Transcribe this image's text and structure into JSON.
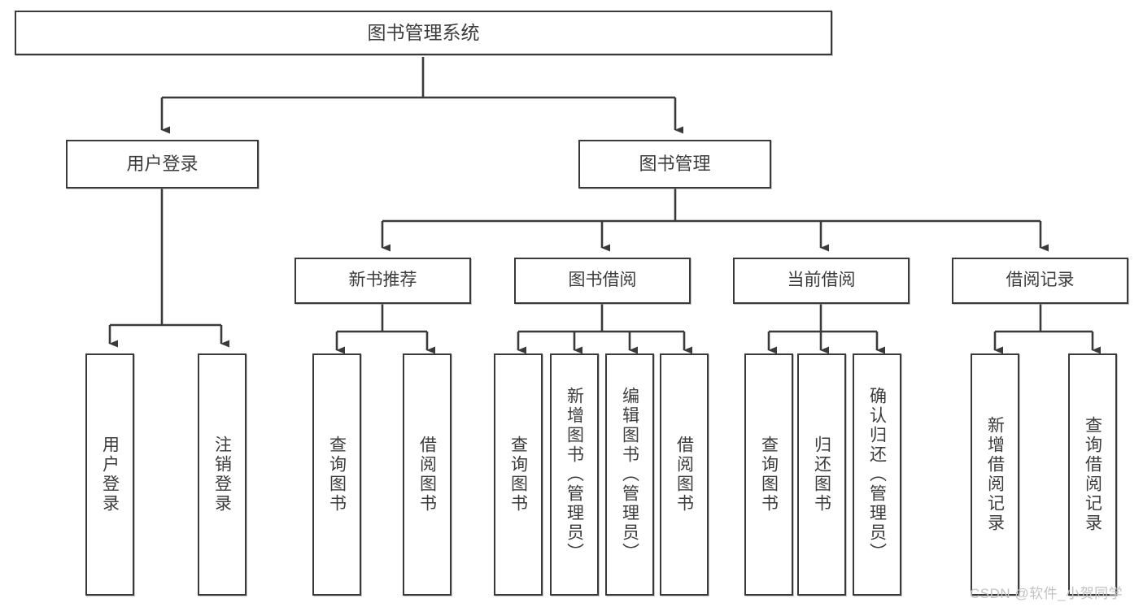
{
  "diagram": {
    "title": "图书管理系统",
    "type": "tree",
    "watermark": "CSDN @软件_小贺同学",
    "colors": {
      "node_border": "#3a3a3a",
      "node_fill": "#ffffff",
      "edge": "#3a3a3a",
      "text": "#3c3c3c",
      "watermark": "#c2c2c2",
      "background": "#ffffff"
    },
    "root": {
      "id": "root",
      "label": "图书管理系统"
    },
    "level2": [
      {
        "id": "user-login",
        "label": "用户登录"
      },
      {
        "id": "book-manage",
        "label": "图书管理"
      }
    ],
    "level3": [
      {
        "id": "new-book-recommend",
        "label": "新书推荐",
        "parent": "book-manage"
      },
      {
        "id": "book-borrow",
        "label": "图书借阅",
        "parent": "book-manage"
      },
      {
        "id": "current-borrow",
        "label": "当前借阅",
        "parent": "book-manage"
      },
      {
        "id": "borrow-record",
        "label": "借阅记录",
        "parent": "book-manage"
      }
    ],
    "leaves": [
      {
        "id": "leaf-user-login",
        "label": "用户登录",
        "parent": "user-login"
      },
      {
        "id": "leaf-user-logout",
        "label": "注销登录",
        "parent": "user-login"
      },
      {
        "id": "leaf-recommend-query",
        "label": "查询图书",
        "parent": "new-book-recommend"
      },
      {
        "id": "leaf-recommend-borrow",
        "label": "借阅图书",
        "parent": "new-book-recommend"
      },
      {
        "id": "leaf-borrow-query",
        "label": "查询图书",
        "parent": "book-borrow"
      },
      {
        "id": "leaf-borrow-add",
        "label": "新增图书（管理员）",
        "parent": "book-borrow"
      },
      {
        "id": "leaf-borrow-edit",
        "label": "编辑图书（管理员）",
        "parent": "book-borrow"
      },
      {
        "id": "leaf-borrow-lend",
        "label": "借阅图书",
        "parent": "book-borrow"
      },
      {
        "id": "leaf-current-query",
        "label": "查询图书",
        "parent": "current-borrow"
      },
      {
        "id": "leaf-current-return",
        "label": "归还图书",
        "parent": "current-borrow"
      },
      {
        "id": "leaf-current-confirm",
        "label": "确认归还（管理员）",
        "parent": "current-borrow"
      },
      {
        "id": "leaf-record-add",
        "label": "新增借阅记录",
        "parent": "borrow-record"
      },
      {
        "id": "leaf-record-query",
        "label": "查询借阅记录",
        "parent": "borrow-record"
      }
    ]
  }
}
